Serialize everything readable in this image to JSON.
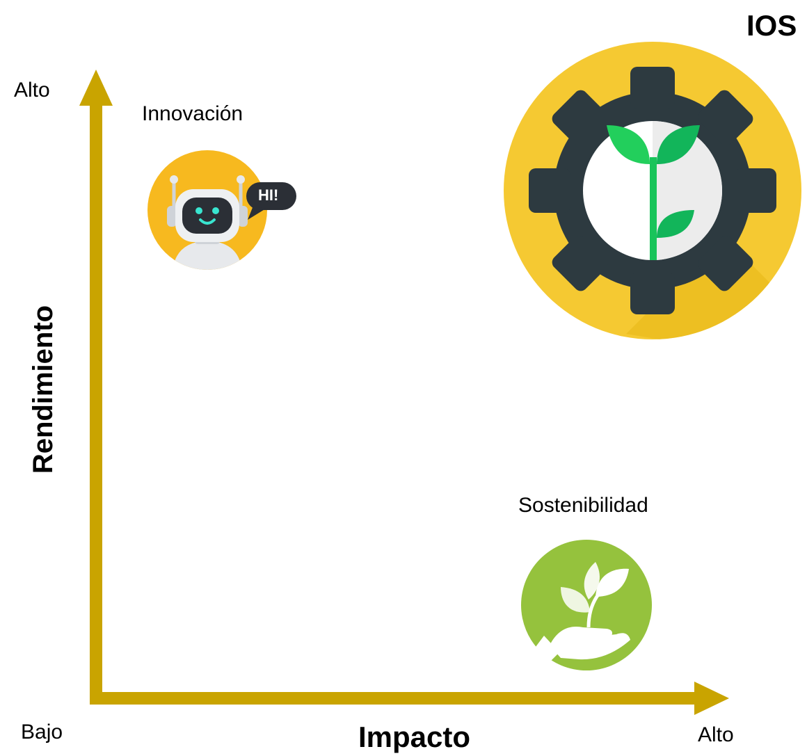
{
  "header": {
    "brand_title": "IOS"
  },
  "axes": {
    "y": {
      "title": "Rendimiento",
      "high_label": "Alto"
    },
    "x": {
      "title": "Impacto",
      "low_label": "Bajo",
      "high_label": "Alto"
    },
    "color": "#c9a400"
  },
  "items": {
    "innovation": {
      "label": "Innovación",
      "icon": "robot-icon",
      "bubble_text": "HI!"
    },
    "sustainability": {
      "label": "Sostenibilidad",
      "icon": "plant-in-hand-icon"
    },
    "ios": {
      "icon": "gear-with-sprout-icon"
    }
  },
  "colors": {
    "gear_circle": "#f5c932",
    "gear_dark": "#2d3a40",
    "sprout_green": "#19c45a",
    "robot_circle": "#f7b91f",
    "sustainability_green": "#95c23d"
  }
}
